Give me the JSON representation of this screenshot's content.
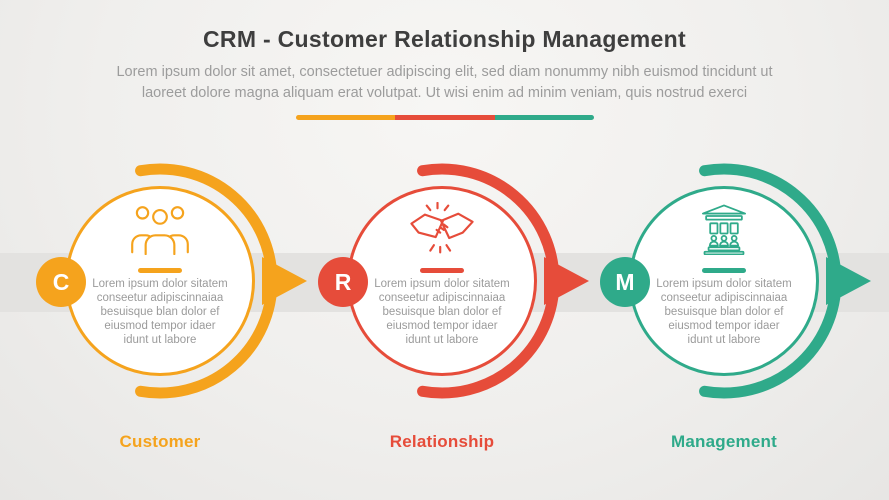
{
  "header": {
    "title": "CRM - Customer Relationship Management",
    "subtitle": "Lorem ipsum dolor sit amet, consectetuer adipiscing elit, sed diam nonummy nibh euismod tincidunt ut\nlaoreet dolore magna aliquam erat volutpat. Ut wisi enim ad minim veniam, quis nostrud exerci"
  },
  "band_color": "#e3e2e0",
  "items": [
    {
      "letter": "C",
      "label": "Customer",
      "icon": "people-group-icon",
      "color": "#F5A31D",
      "description": "Lorem ipsum dolor sitatem\nconseetur adipiscinnaiaa\nbesuisque blan dolor ef\neiusmod tempor idaer\nidunt ut labore"
    },
    {
      "letter": "R",
      "label": "Relationship",
      "icon": "handshake-icon",
      "color": "#E64C3A",
      "description": "Lorem ipsum dolor sitatem\nconseetur adipiscinnaiaa\nbesuisque blan dolor ef\neiusmod tempor idaer\nidunt ut labore"
    },
    {
      "letter": "M",
      "label": "Management",
      "icon": "bank-building-icon",
      "color": "#2FAA8A",
      "description": "Lorem ipsum dolor sitatem\nconseetur adipiscinnaiaa\nbesuisque blan dolor ef\neiusmod tempor idaer\nidunt ut labore"
    }
  ]
}
